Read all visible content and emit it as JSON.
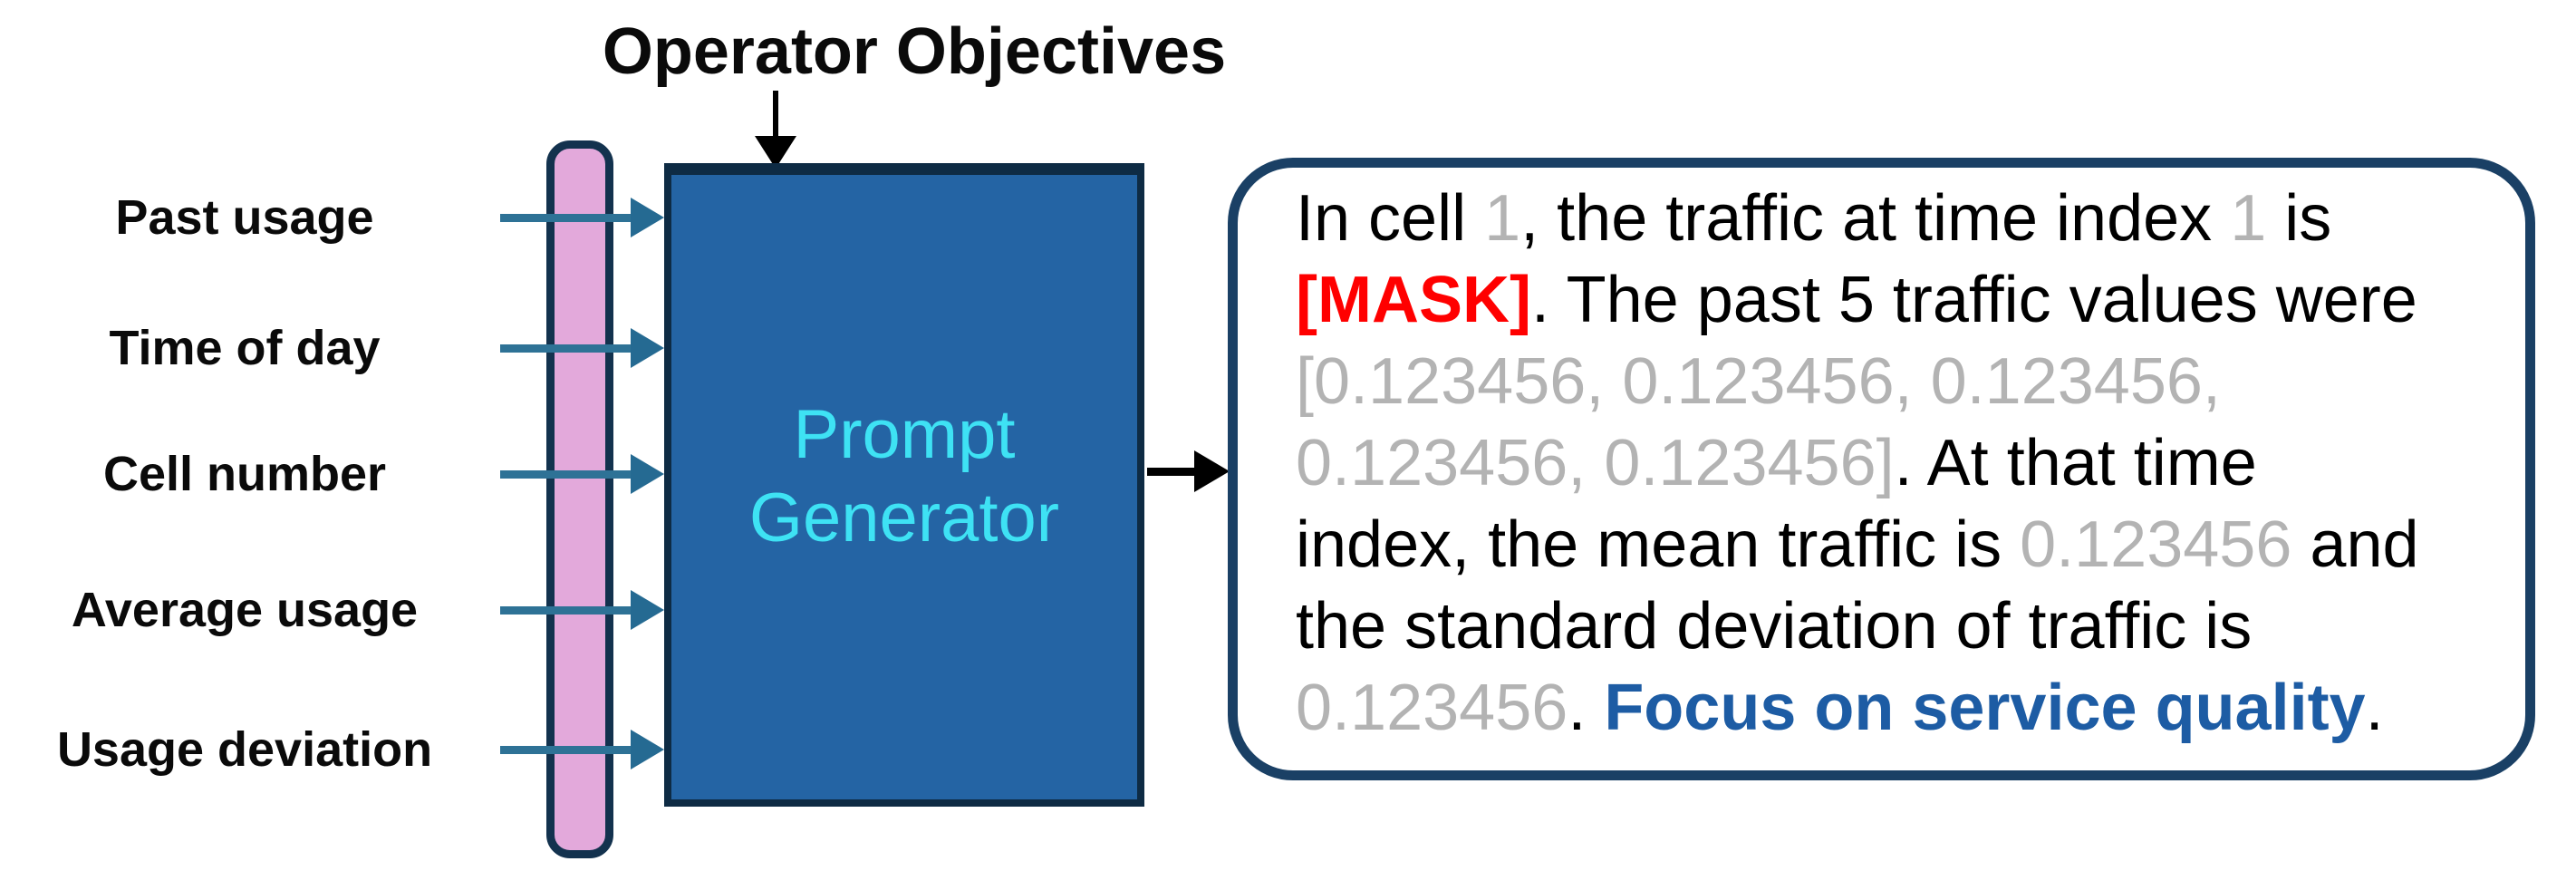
{
  "title": "Operator Objectives",
  "inputs": {
    "labels": [
      "Past usage",
      "Time of day",
      "Cell number",
      "Average usage",
      "Usage deviation"
    ]
  },
  "generator": {
    "label": "Prompt Generator"
  },
  "bubble": {
    "lines": [
      [
        {
          "text": "In cell ",
          "style": "black"
        },
        {
          "text": "1",
          "style": "gray"
        },
        {
          "text": ", the traffic at time index ",
          "style": "black"
        },
        {
          "text": "1",
          "style": "gray"
        },
        {
          "text": " is",
          "style": "black"
        }
      ],
      [
        {
          "text": "[MASK]",
          "style": "red"
        },
        {
          "text": ". The past 5 traffic values were",
          "style": "black"
        }
      ],
      [
        {
          "text": "[0.123456, 0.123456, 0.123456,",
          "style": "gray"
        }
      ],
      [
        {
          "text": "0.123456, 0.123456]",
          "style": "gray"
        },
        {
          "text": ". At that time",
          "style": "black"
        }
      ],
      [
        {
          "text": "index, the mean traffic is ",
          "style": "black"
        },
        {
          "text": "0.123456",
          "style": "gray"
        },
        {
          "text": " and",
          "style": "black"
        }
      ],
      [
        {
          "text": "the standard deviation of traffic is",
          "style": "black"
        }
      ],
      [
        {
          "text": "0.123456",
          "style": "gray"
        },
        {
          "text": ". ",
          "style": "black"
        },
        {
          "text": "Focus on service quality",
          "style": "blue"
        },
        {
          "text": ".",
          "style": "black"
        }
      ]
    ]
  },
  "colors": {
    "ink": "#0a0a0a",
    "box_fill": "#2464a4",
    "box_border": "#0e2b44",
    "cyan": "#3ee2f4",
    "pink_fill": "#e3a9db",
    "pink_border": "#13324e",
    "teal_shaft": "#2e7296",
    "teal_head": "#256a92",
    "bubble_border": "#1a4065",
    "gray": "#b3b3b3",
    "red": "#ff0000",
    "blue": "#1d5ca4",
    "black_arrow": "#000000"
  },
  "icons": {
    "objectives_arrow": "down-arrow-icon",
    "input_arrow": "right-arrow-icon",
    "output_arrow": "right-arrow-icon"
  }
}
